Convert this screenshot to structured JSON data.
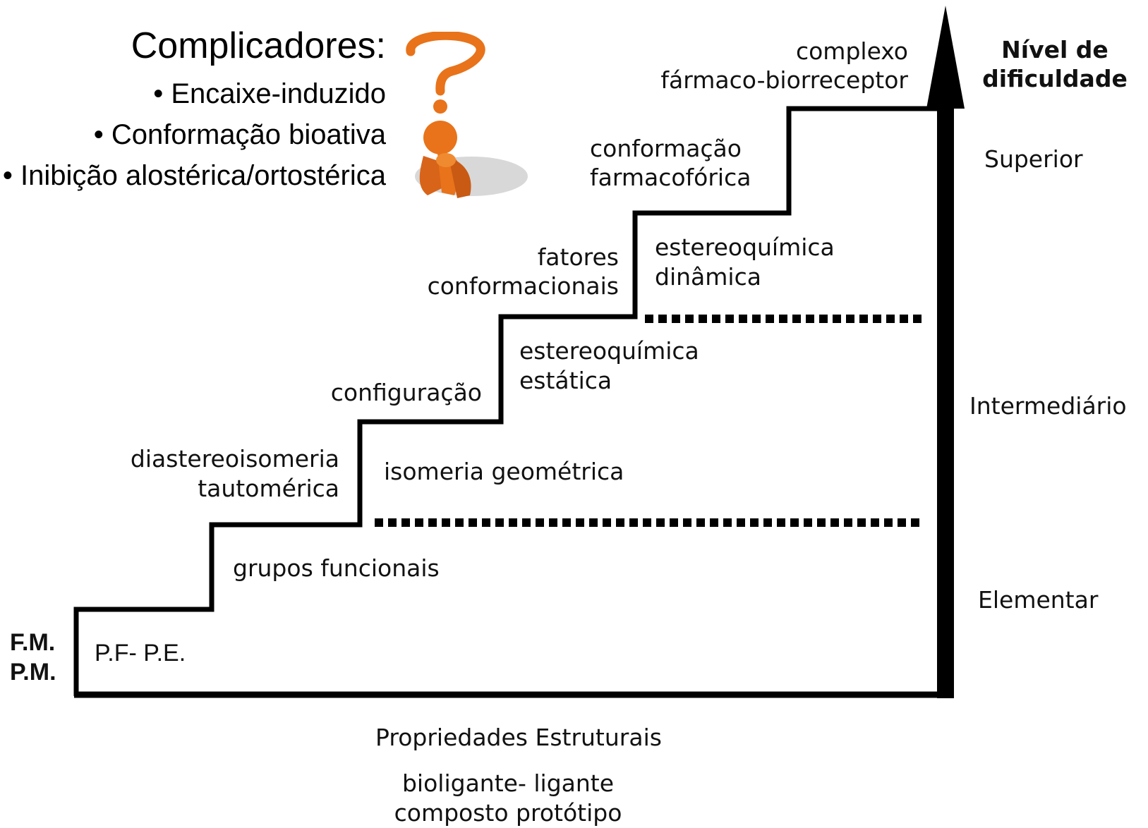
{
  "complicadores": {
    "title": "Complicadores:",
    "items": [
      "• Encaixe-induzido",
      "• Conformação bioativa",
      "• Inibição alostérica/ortostérica"
    ]
  },
  "icon": {
    "name": "thinking-figure-question-icon",
    "color": "#e8731a"
  },
  "steps": {
    "pf_pe": "P.F- P.E.",
    "fm": "F.M.",
    "pm": "P.M.",
    "grupos": "grupos funcionais",
    "diastereo_1": "diastereoisomeria",
    "diastereo_2": "tautomérica",
    "isomeria": "isomeria geométrica",
    "configuracao": "configuração",
    "estereo_est_1": "estereoquímica",
    "estereo_est_2": "estática",
    "fatores_1": "fatores",
    "fatores_2": "conformacionais",
    "estereo_din_1": "estereoquímica",
    "estereo_din_2": "dinâmica",
    "conformacao_1": "conformação",
    "conformacao_2": "farmacofórica",
    "complexo_1": "complexo",
    "complexo_2": "fármaco-biorreceptor"
  },
  "levels": {
    "header_1": "Nível de",
    "header_2": "dificuldade",
    "superior": "Superior",
    "intermediario": "Intermediário",
    "elementar": "Elementar"
  },
  "bottom": {
    "propriedades": "Propriedades Estruturais",
    "bioligante": "bioligante- ligante",
    "composto": "composto protótipo"
  }
}
